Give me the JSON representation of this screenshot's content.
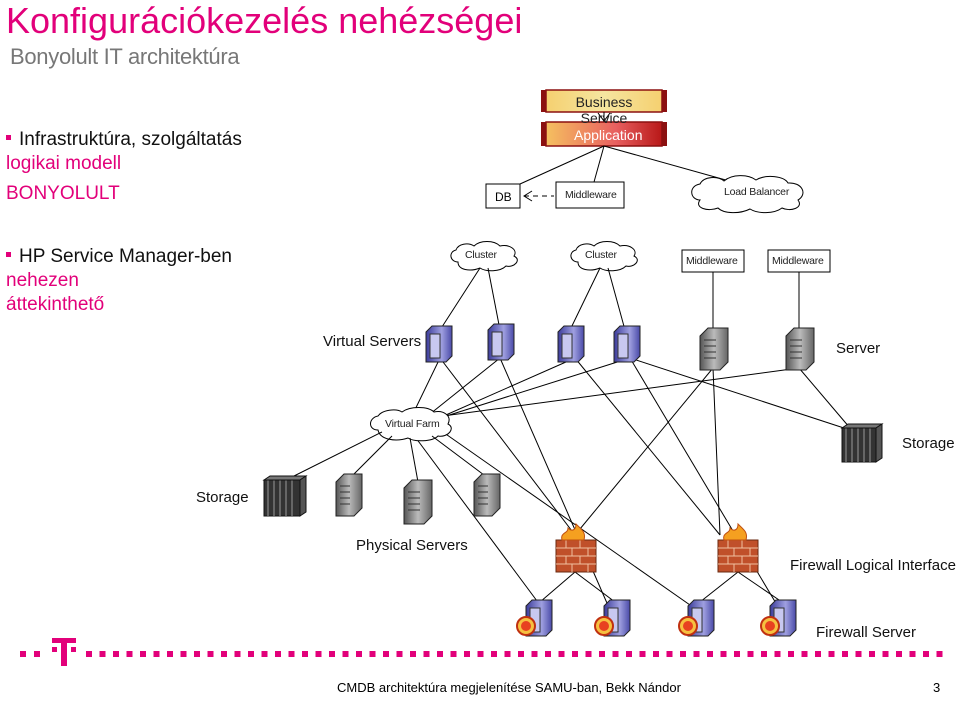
{
  "title": "Konfigurációkezelés nehézségei",
  "subtitle": "Bonyolult IT architektúra",
  "bullets": {
    "b1_line1": "Infrastruktúra, szolgáltatás",
    "b1_line2": "logikai modell",
    "b1_line3": "BONYOLULT",
    "b2_line1": "HP Service Manager-ben",
    "b2_line2": "nehezen",
    "b2_line3": "áttekinthető"
  },
  "diagram": {
    "business_service": "Business",
    "business_service_2": "Service",
    "application": "Application",
    "db": "DB",
    "middleware_top": "Middleware",
    "load_balancer": "Load Balancer",
    "cluster_1": "Cluster",
    "cluster_2": "Cluster",
    "middleware_1": "Middleware",
    "middleware_2": "Middleware",
    "virtual_servers": "Virtual Servers",
    "server": "Server",
    "virtual_farm": "Virtual Farm",
    "storage_right": "Storage",
    "storage_left": "Storage",
    "physical_servers": "Physical Servers",
    "firewall_logical_interface": "Firewall Logical Interface",
    "firewall_server": "Firewall Server"
  },
  "footer": {
    "text": "CMDB architektúra megjelenítése SAMU-ban, Bekk Nándor",
    "page": "3"
  },
  "colors": {
    "brand": "#e2007a",
    "business": "#8b1010",
    "application": "#d33030"
  },
  "icons": [
    "server-icon",
    "virtual-server-icon",
    "storage-icon",
    "firewall-icon",
    "firewall-server-icon",
    "cloud-icon",
    "t-logo-icon"
  ]
}
